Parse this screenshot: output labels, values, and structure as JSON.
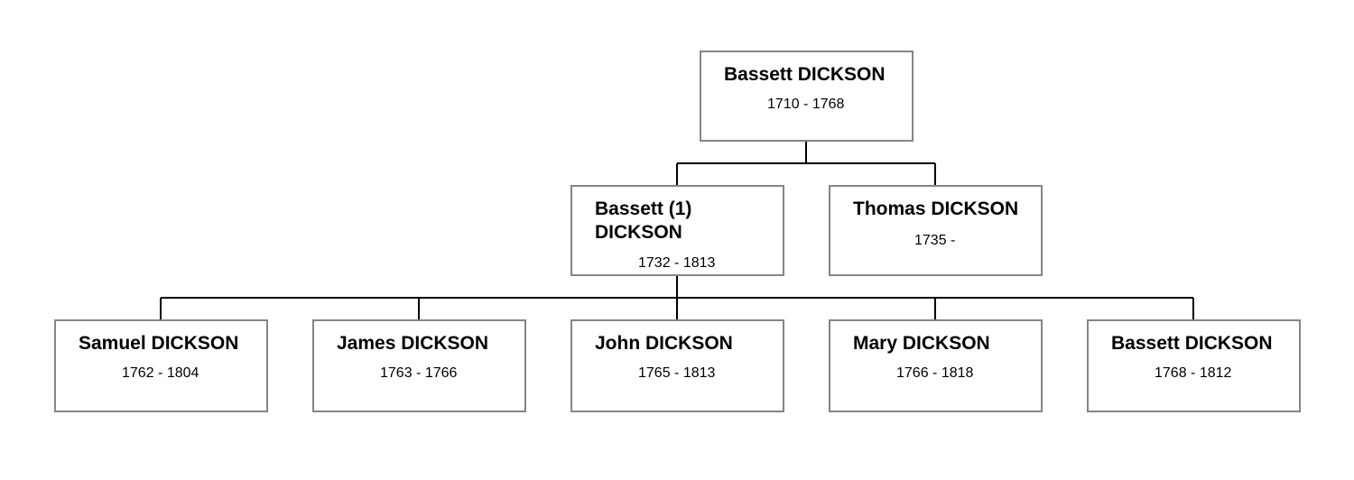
{
  "family_tree": {
    "root": {
      "name": "Bassett DICKSON",
      "dates": "1710 - 1768",
      "children": [
        {
          "name": "Bassett (1) DICKSON",
          "dates": "1732 - 1813",
          "children": [
            {
              "name": "Samuel DICKSON",
              "dates": "1762 - 1804"
            },
            {
              "name": "James DICKSON",
              "dates": "1763 - 1766"
            },
            {
              "name": "John DICKSON",
              "dates": "1765 - 1813"
            },
            {
              "name": "Mary DICKSON",
              "dates": "1766 - 1818"
            },
            {
              "name": "Bassett DICKSON",
              "dates": "1768 - 1812"
            }
          ]
        },
        {
          "name": "Thomas DICKSON",
          "dates": "1735 -"
        }
      ]
    }
  },
  "colors": {
    "box_border": "#858585",
    "connector": "#000000",
    "background": "#ffffff"
  }
}
